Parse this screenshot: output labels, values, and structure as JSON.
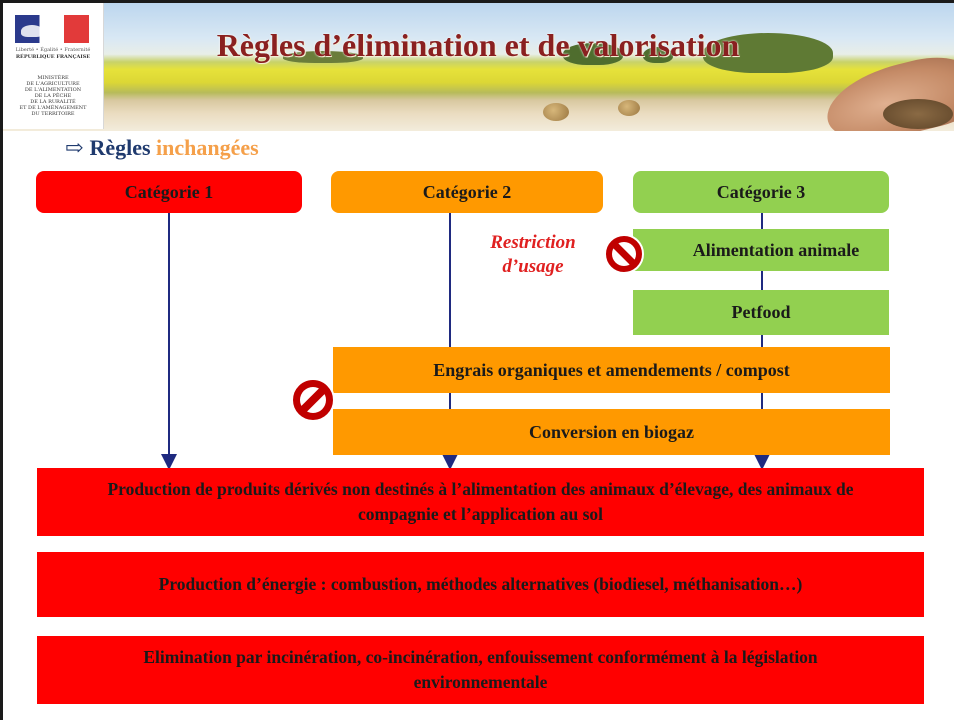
{
  "header": {
    "title": "Règles d’élimination et de valorisation",
    "logo": {
      "motto": "Liberté • Égalité • Fraternité",
      "republic": "RÉPUBLIQUE FRANÇAISE",
      "ministry": "MINISTÈRE\nDE L'AGRICULTURE\nDE L'ALIMENTATION\nDE LA PÊCHE\nDE LA RURALITÉ\nET DE L'AMÉNAGEMENT\nDU TERRITOIRE"
    }
  },
  "subtitle": {
    "arrow": "⇨",
    "prefix": "Règles",
    "highlight": "inchangées"
  },
  "categories": {
    "cat1": "Catégorie 1",
    "cat2": "Catégorie 2",
    "cat3": "Catégorie 3"
  },
  "restriction_note": "Restriction\nd’usage",
  "uses": {
    "animal_feed": "Alimentation animale",
    "petfood": "Petfood",
    "fertilizers": "Engrais organiques et amendements / compost",
    "biogas": "Conversion en biogaz"
  },
  "outcomes": {
    "derived_products": "Production de produits dérivés non destinés à l’alimentation des animaux d’élevage, des animaux de compagnie et l’application au sol",
    "energy": "Production d’énergie : combustion, méthodes alternatives (biodiesel, méthanisation…)",
    "disposal": "Elimination par incinération, co-incinération, enfouissement conformément à la législation environnementale"
  },
  "colors": {
    "category1": "#ff0000",
    "category2": "#ff9900",
    "category3": "#92d050",
    "title": "#8a2020",
    "subtitle": "#1f3a6e",
    "highlight": "#f5a04a",
    "restriction": "#e02020",
    "arrow_line": "#1f2a80"
  },
  "icons": [
    "prohibited-icon",
    "right-arrow-icon"
  ]
}
